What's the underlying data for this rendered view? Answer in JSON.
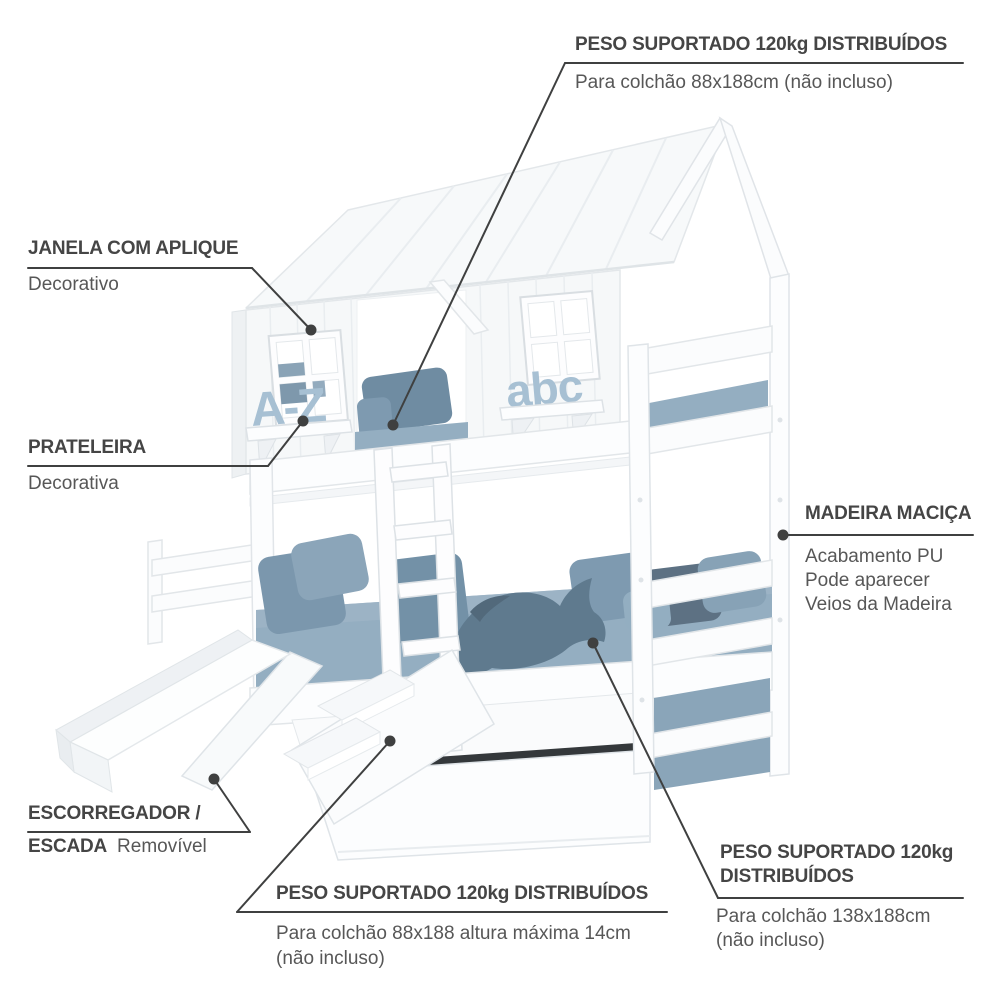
{
  "palette": {
    "line": "#3f4040",
    "title_text": "#454545",
    "body_text": "#575757",
    "mattress_blue": "#94aec1",
    "mattress_shade": "#8aa5b9",
    "pillow_blue": "#7e9ab0",
    "pillow_mid": "#6f8ca2",
    "pillow_dark": "#5f7a8e",
    "pillow_print": "#5d7183",
    "letters_blue": "#a7c0d3",
    "shadow_gap": "#34383b"
  },
  "illustration": {
    "window_letters": "A-Z",
    "shelf_letters": "abc"
  },
  "annotations": {
    "top_weight": {
      "title": "PESO SUPORTADO 120kg DISTRIBUÍDOS",
      "description": "Para colchão 88x188cm (não incluso)"
    },
    "window": {
      "title": "JANELA COM APLIQUE",
      "description": "Decorativo"
    },
    "shelf": {
      "title": "PRATELEIRA",
      "description": "Decorativa"
    },
    "wood": {
      "title": "MADEIRA MACIÇA",
      "line1": "Acabamento PU",
      "line2": "Pode aparecer",
      "line3": "Veios da Madeira"
    },
    "slide": {
      "title": "ESCORREGADOR /",
      "subtitle_bold": "ESCADA",
      "subtitle_note": "Removível"
    },
    "bottom_weight": {
      "title": "PESO SUPORTADO 120kg DISTRIBUÍDOS",
      "line1": "Para colchão 88x188 altura máxima 14cm",
      "line2": "(não incluso)"
    },
    "right_weight": {
      "title_line1": "PESO SUPORTADO 120kg",
      "title_line2": "DISTRIBUÍDOS",
      "line1": "Para colchão 138x188cm",
      "line2": "(não incluso)"
    }
  }
}
